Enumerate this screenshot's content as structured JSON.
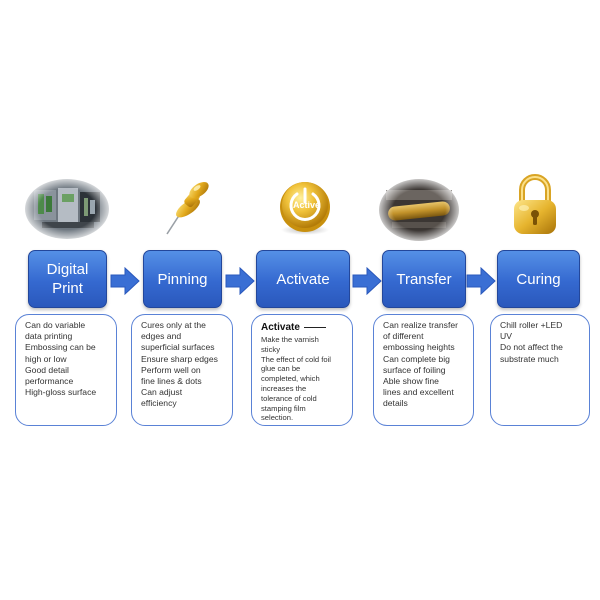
{
  "steps": [
    {
      "label_lines": [
        "Digital",
        "Print"
      ],
      "icon": "printing-press-photo",
      "description": [
        "Can do variable",
        "data printing",
        "Embossing can be",
        "high or low",
        "Good detail",
        "performance",
        "High-gloss surface"
      ]
    },
    {
      "label_lines": [
        "Pinning"
      ],
      "icon": "pushpin-icon",
      "description": [
        "Cures only at the",
        "edges and",
        "superficial surfaces",
        "Ensure sharp edges",
        "Perform well on",
        "fine lines & dots",
        "Can adjust",
        "efficiency"
      ]
    },
    {
      "label_lines": [
        "Activate"
      ],
      "icon": "power-button-icon",
      "icon_text": "Active",
      "description_title": "Activate",
      "description": [
        "Make the varnish",
        "sticky",
        "The effect of cold foil",
        "glue can be",
        "completed, which",
        "increases the",
        "tolerance of cold",
        "stamping film",
        "selection."
      ]
    },
    {
      "label_lines": [
        "Transfer"
      ],
      "icon": "foil-roller-photo",
      "description": [
        "Can realize transfer",
        "of different",
        "embossing heights",
        "Can complete big",
        "surface of foiling",
        "Able show fine",
        "lines and excellent",
        "details"
      ]
    },
    {
      "label_lines": [
        "Curing"
      ],
      "icon": "padlock-icon",
      "description": [
        "Chill roller +LED",
        "UV",
        "Do not affect the",
        "substrate much"
      ]
    }
  ],
  "colors": {
    "step_fill": "#3569d0",
    "step_border": "#23479b",
    "box_border": "#5a82d6",
    "arrow_fill": "#3a6fd4",
    "text": "#333333"
  }
}
